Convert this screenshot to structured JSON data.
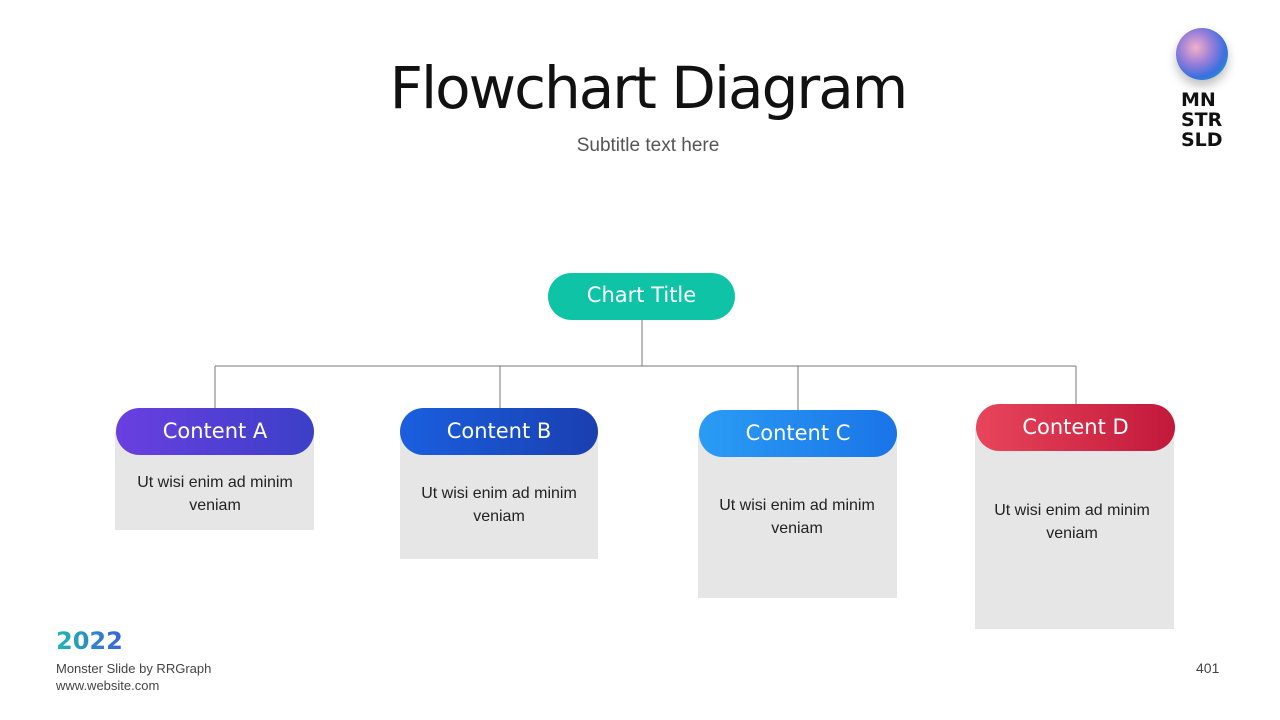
{
  "header": {
    "title": "Flowchart Diagram",
    "subtitle": "Subtitle text here"
  },
  "logo": {
    "lines": [
      "MN",
      "STR",
      "SLD"
    ]
  },
  "diagram": {
    "root": {
      "label": "Chart Title",
      "color": "#0fc4a6"
    },
    "nodes": [
      {
        "label": "Content A",
        "text": "Ut wisi enim ad minim veniam",
        "color_start": "#6a3fe0",
        "color_end": "#3b3fc8"
      },
      {
        "label": "Content B",
        "text": "Ut wisi enim ad minim veniam",
        "color_start": "#1a5fe0",
        "color_end": "#1a3fb0"
      },
      {
        "label": "Content C",
        "text": "Ut wisi enim ad minim veniam",
        "color_start": "#2a9cf5",
        "color_end": "#1a74e8"
      },
      {
        "label": "Content D",
        "text": "Ut wisi enim ad minim veniam",
        "color_start": "#e8455c",
        "color_end": "#c2183a"
      }
    ]
  },
  "footer": {
    "year": "2022",
    "credit": "Monster Slide  by RRGraph",
    "website": "www.website.com",
    "page_number": "401"
  }
}
